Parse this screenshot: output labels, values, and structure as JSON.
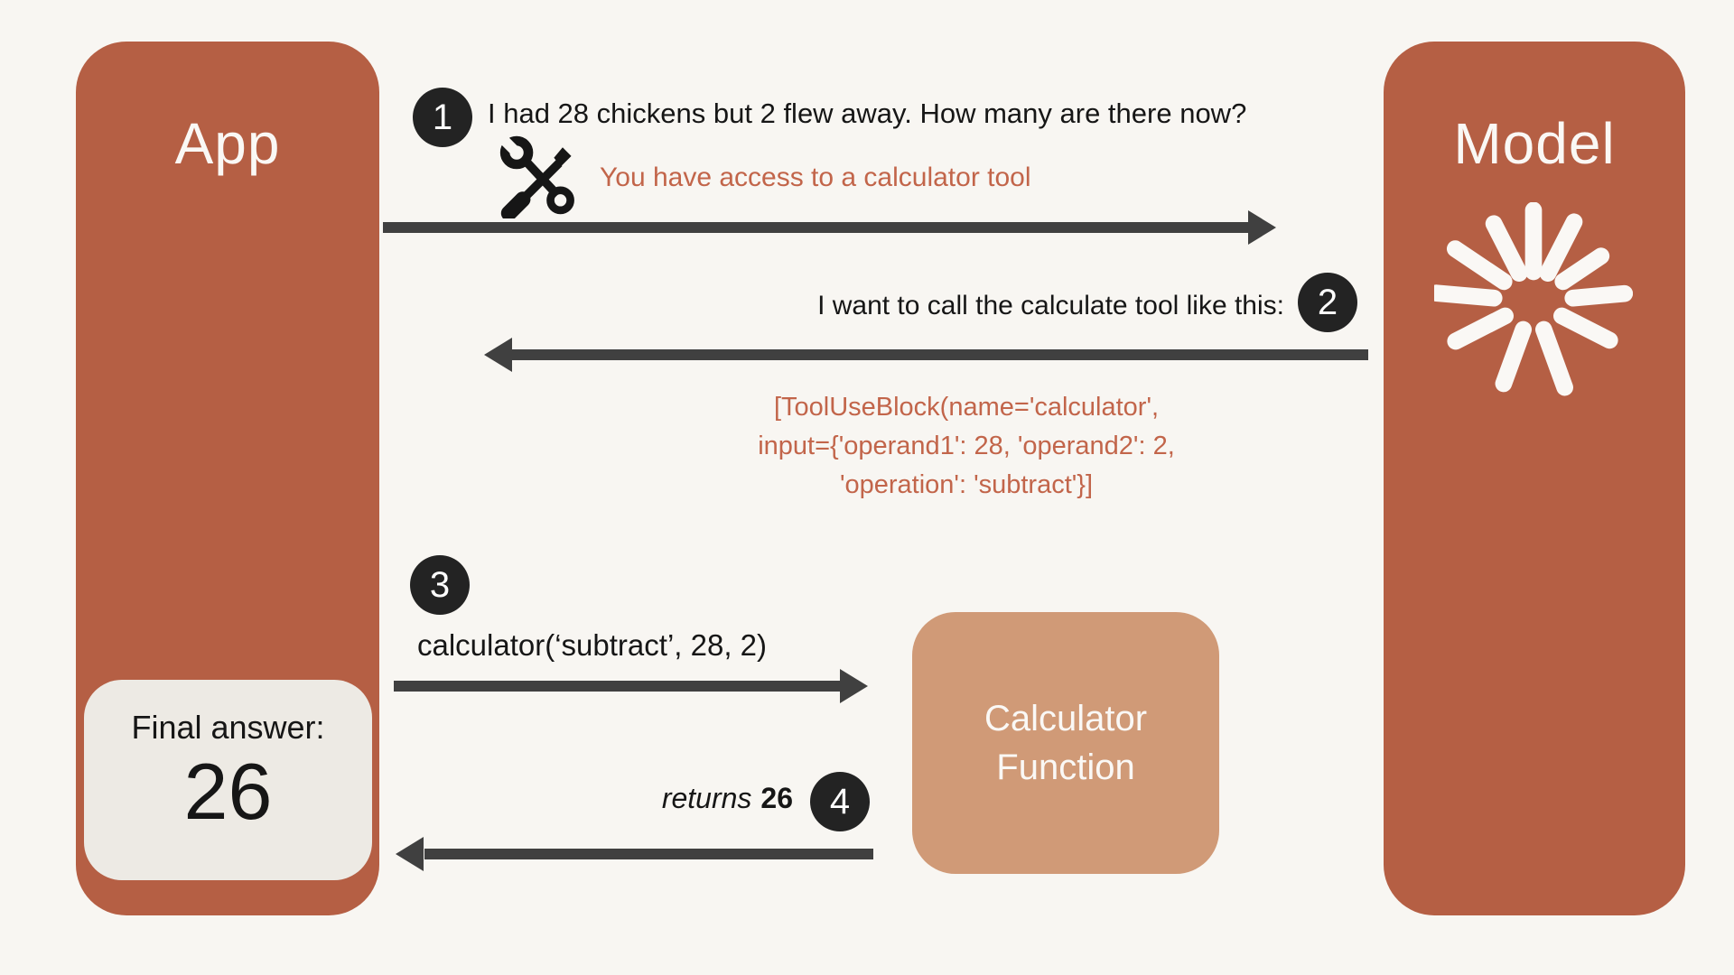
{
  "palette": {
    "background": "#f8f6f2",
    "box_terracotta": "#b55f44",
    "box_tan": "#d09a77",
    "box_cream": "#edeae4",
    "badge_bg": "#232323",
    "badge_text": "#ffffff",
    "arrow": "#404040",
    "accent_text": "#c2654a",
    "dark_text": "#161616",
    "white_text": "#faf8f5"
  },
  "app_box": {
    "label": "App"
  },
  "model_box": {
    "label": "Model"
  },
  "calculator_box": {
    "line1": "Calculator",
    "line2": "Function"
  },
  "final_answer": {
    "label": "Final answer:",
    "value": "26"
  },
  "icons": {
    "tools": "crossed-wrench-and-screwdriver",
    "model_logo": "starburst"
  },
  "steps": [
    {
      "number": "1",
      "message": "I had 28 chickens but 2 flew away. How many are there now?",
      "system_note": "You have access to a calculator tool",
      "direction": "app-to-model"
    },
    {
      "number": "2",
      "message": "I want to call the calculate tool like this:",
      "code_lines": [
        "[ToolUseBlock(name='calculator',",
        "input={'operand1': 28, 'operand2': 2,",
        "'operation': 'subtract'}]"
      ],
      "direction": "model-to-app"
    },
    {
      "number": "3",
      "message": "calculator(‘subtract’, 28, 2)",
      "direction": "app-to-calculator-function"
    },
    {
      "number": "4",
      "message_prefix": "returns",
      "message_value": "26",
      "direction": "calculator-function-to-app"
    }
  ]
}
